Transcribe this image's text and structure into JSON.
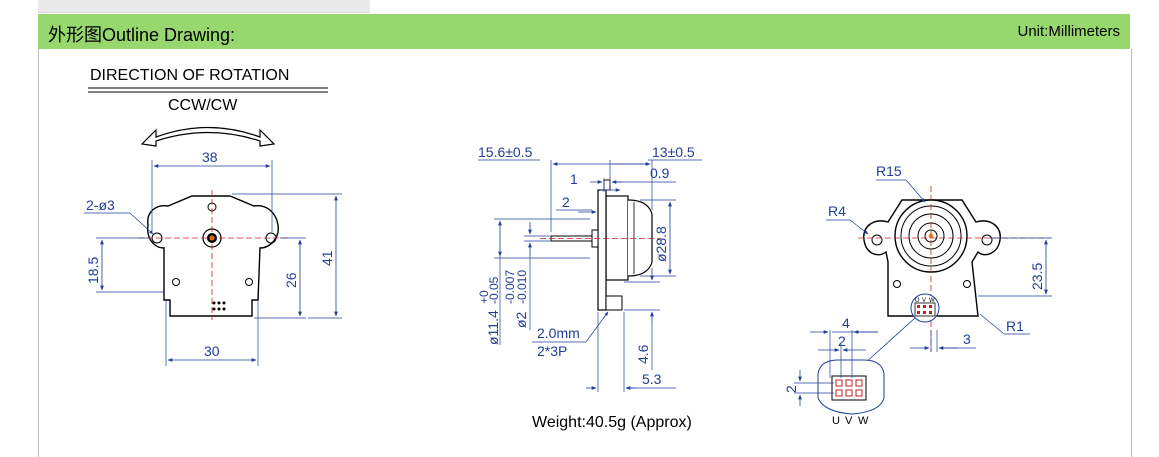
{
  "header": {
    "title": "外形图Outline Drawing:",
    "unit": "Unit:Millimeters"
  },
  "front_view": {
    "direction_label": "DIRECTION OF ROTATION",
    "rotation": "CCW/CW",
    "dim_width_top": "38",
    "dim_holes": "2-ø3",
    "dim_left_height": "18.5",
    "dim_inner_height": "26",
    "dim_total_height": "41",
    "dim_bottom_width": "30"
  },
  "side_view": {
    "dim_total_length": "15.6±0.5",
    "dim_body_length": "13±0.5",
    "dim_1": "1",
    "dim_0_9": "0.9",
    "dim_2": "2",
    "dim_diameter": "ø28.8",
    "dim_boss": "ø11.4",
    "dim_boss_tol_upper": "+0",
    "dim_boss_tol_lower": "-0.05",
    "dim_shaft": "ø2",
    "dim_shaft_tol_upper": "-0.007",
    "dim_shaft_tol_lower": "-0.010",
    "connector_pitch": "2.0mm",
    "connector_pins": "2*3P",
    "dim_4_6": "4.6",
    "dim_5_3": "5.3",
    "weight": "Weight:40.5g (Approx)"
  },
  "rear_view": {
    "dim_r15": "R15",
    "dim_r4": "R4",
    "dim_r1": "R1",
    "dim_23_5": "23.5",
    "dim_3": "3",
    "dim_4": "4",
    "dim_2a": "2",
    "dim_2b": "2",
    "pins_top": [
      "U",
      "V",
      "W"
    ],
    "pins_bottom": [
      "U",
      "V",
      "W"
    ]
  }
}
